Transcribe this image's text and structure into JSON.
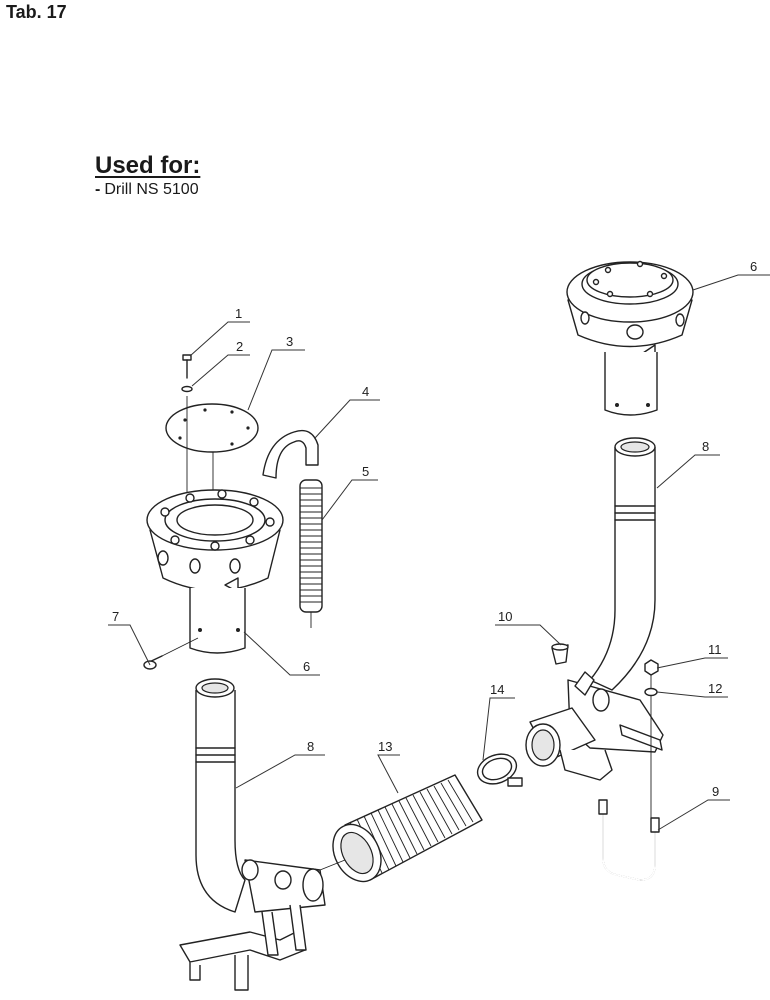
{
  "header": {
    "tab_label": "Tab. 17"
  },
  "used_for": {
    "heading": "Used for:",
    "dash": "-",
    "item": "Drill NS 5100"
  },
  "callouts": {
    "c1": "1",
    "c2": "2",
    "c3": "3",
    "c4": "4",
    "c5": "5",
    "c6a": "6",
    "c6b": "6",
    "c7": "7",
    "c8a": "8",
    "c8b": "8",
    "c9": "9",
    "c10": "10",
    "c11": "11",
    "c12": "12",
    "c13": "13",
    "c14": "14"
  }
}
